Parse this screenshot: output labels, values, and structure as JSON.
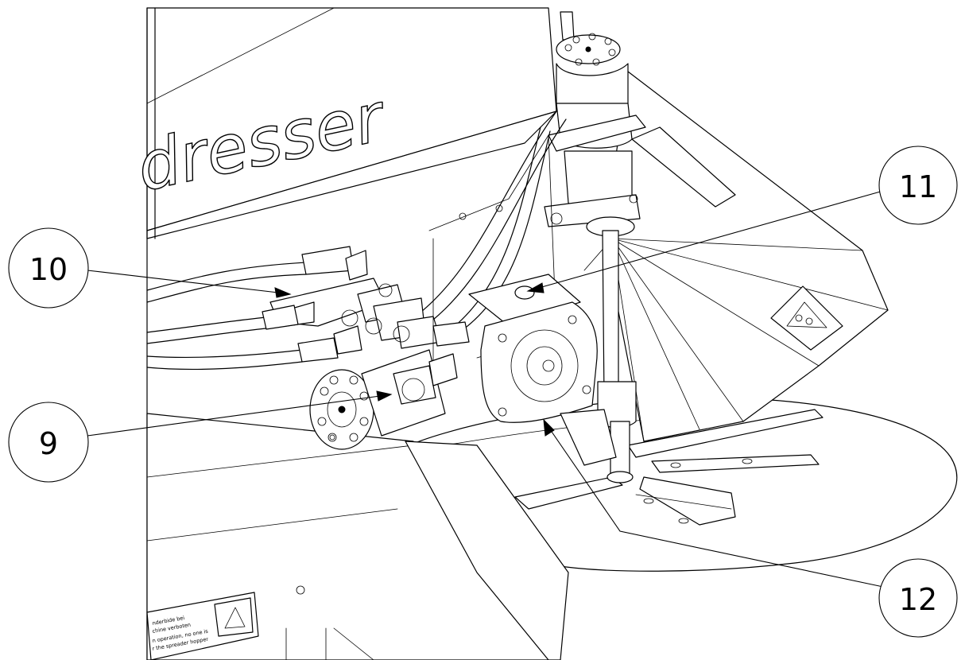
{
  "brand_text": "dresser",
  "callouts": [
    {
      "label": "9"
    },
    {
      "label": "10"
    },
    {
      "label": "11"
    },
    {
      "label": "12"
    }
  ],
  "warning_text": [
    "nderbide bei",
    "chine verboten",
    "n operation, no one is",
    "r the spreader hopper"
  ],
  "colors": {
    "line": "#000000",
    "background": "#ffffff"
  }
}
